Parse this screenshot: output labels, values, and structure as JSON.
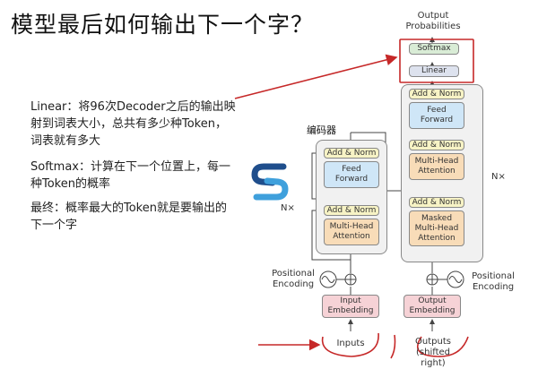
{
  "slide": {
    "title": "模型最后如何输出下一个字？",
    "notes": {
      "linear": "Linear：将96次Decoder之后的输出映射到词表大小，总共有多少种Token，词表就有多大",
      "softmax": "Softmax：计算在下一个位置上，每一种Token的概率",
      "final": "最终：概率最大的Token就是要输出的下一个字"
    }
  },
  "diagram": {
    "output_probabilities": "Output Probabilities",
    "softmax": "Softmax",
    "linear": "Linear",
    "encoder_label": "编码器",
    "encoder": {
      "add_norm_top": "Add & Norm",
      "feed_forward": "Feed Forward",
      "add_norm_bottom": "Add & Norm",
      "multi_head_attention": "Multi-Head Attention",
      "repeat": "N×",
      "input_embedding": "Input Embedding",
      "inputs": "Inputs"
    },
    "decoder": {
      "add_norm_top": "Add & Norm",
      "feed_forward": "Feed Forward",
      "add_norm_mid": "Add & Norm",
      "multi_head_attention": "Multi-Head Attention",
      "add_norm_bottom": "Add & Norm",
      "masked_attention": "Masked Multi-Head Attention",
      "repeat": "N×",
      "output_embedding": "Output Embedding",
      "outputs": "Outputs (shifted right)"
    },
    "positional_encoding_left": "Positional Encoding",
    "positional_encoding_right": "Positional Encoding"
  },
  "colors": {
    "highlight": "#c62828",
    "logo_dark": "#1f4e8c",
    "logo_light": "#3fa0dc"
  }
}
